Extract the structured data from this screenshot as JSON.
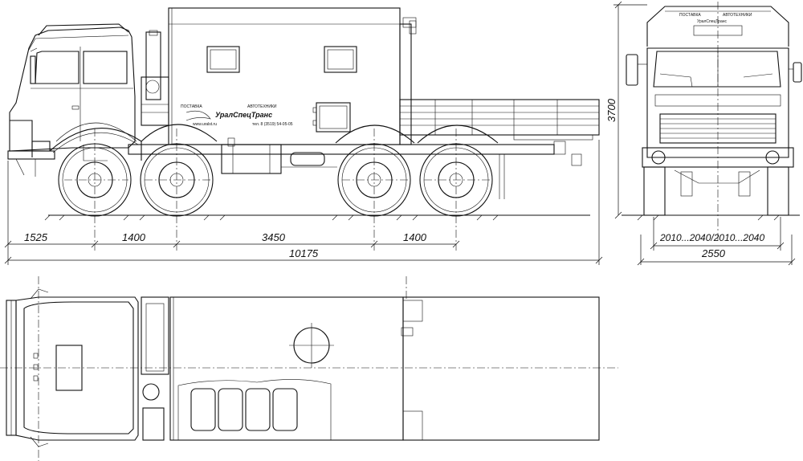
{
  "dimensions": {
    "front_overhang": "1525",
    "wheelbase_front": "1400",
    "wheelbase_mid": "3450",
    "wheelbase_rear": "1400",
    "total_length": "10175",
    "height": "3700",
    "track": "2010...2040/2010...2040",
    "width": "2550"
  },
  "side_logo": {
    "supply_label": "ПОСТАВКА",
    "auto_label": "АВТОТЕХНИКИ",
    "brand": "УралСпецТранс",
    "website": "www.uralst.ru",
    "phone": "тел. 8 (3519) 54-05-05"
  },
  "front_logo": {
    "supply_label": "ПОСТАВКА",
    "auto_label": "АВТОТЕХНИКИ",
    "brand": "УралСпецТранс"
  },
  "colors": {
    "line": "#111111",
    "background": "#ffffff"
  }
}
